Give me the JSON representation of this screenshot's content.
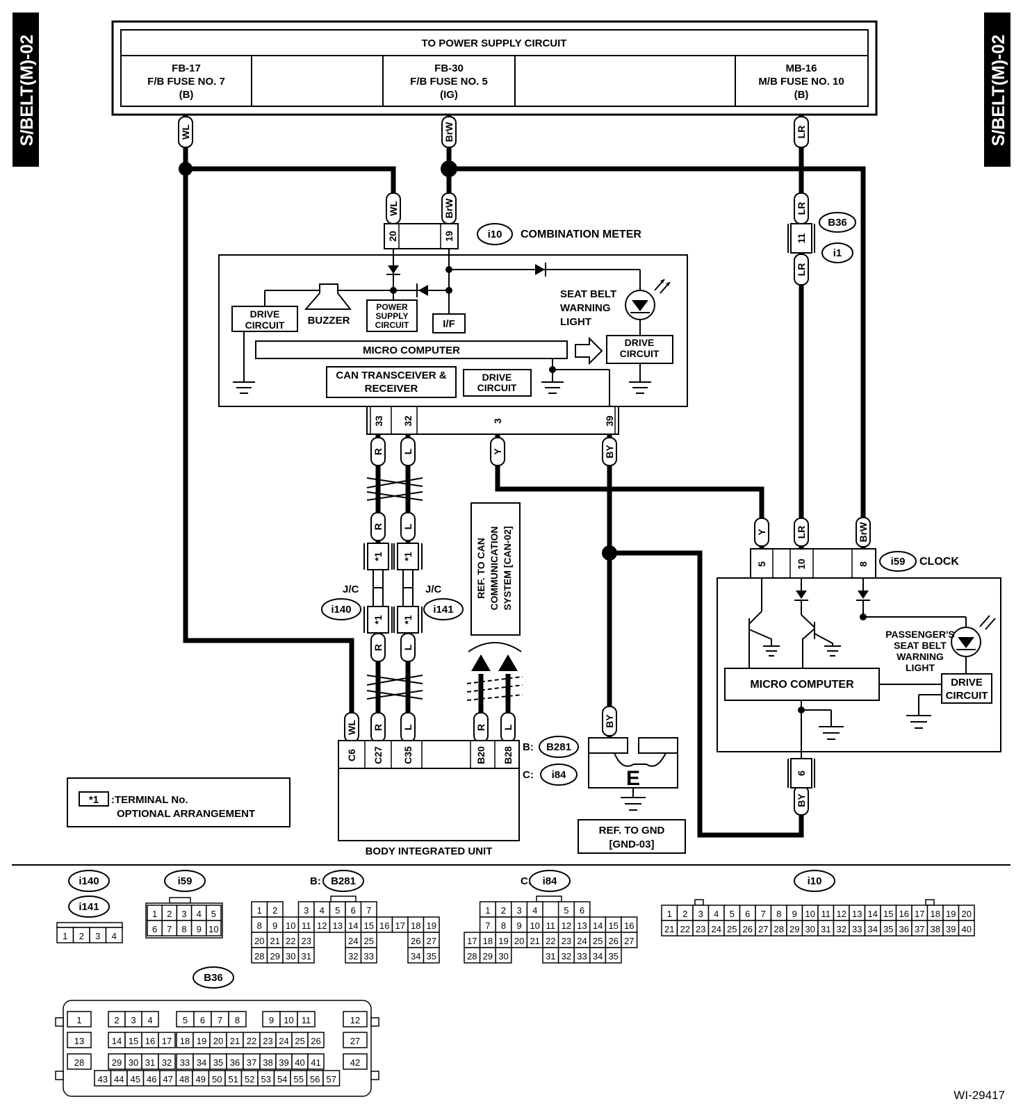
{
  "side_tabs": {
    "left": "S/BELT(M)-02",
    "right": "S/BELT(M)-02"
  },
  "power_supply": {
    "title": "TO POWER SUPPLY CIRCUIT",
    "fuses": [
      {
        "code": "FB-17",
        "name": "F/B FUSE NO. 7",
        "source": "(B)"
      },
      {
        "code": "FB-30",
        "name": "F/B FUSE NO. 5",
        "source": "(IG)"
      },
      {
        "code": "MB-16",
        "name": "M/B FUSE NO. 10",
        "source": "(B)"
      }
    ]
  },
  "wire_colors": {
    "wl": "WL",
    "brw": "BrW",
    "lr": "LR",
    "r": "R",
    "l": "L",
    "y": "Y",
    "by": "BY"
  },
  "combination_meter": {
    "connector": "i10",
    "title": "COMBINATION METER",
    "pins_top": [
      "20",
      "19"
    ],
    "pins_bottom": [
      "33",
      "32",
      "3",
      "39"
    ],
    "blocks": {
      "drive_circuit": "DRIVE CIRCUIT",
      "buzzer": "BUZZER",
      "power_supply_circuit": "POWER SUPPLY CIRCUIT",
      "interface": "I/F",
      "micro_computer": "MICRO COMPUTER",
      "can_transceiver": "CAN TRANSCEIVER & RECEIVER",
      "seat_belt_light": "SEAT BELT WARNING LIGHT"
    }
  },
  "inline_connector": {
    "upper": "B36",
    "lower": "i1",
    "pin": "11"
  },
  "joint_connectors": {
    "label": "J/C",
    "left": "i140",
    "right": "i141",
    "star_pin": "*1"
  },
  "can_reference": "REF. TO CAN COMMUNICATION SYSTEM [CAN-02]",
  "body_integrated_unit": {
    "title": "BODY INTEGRATED UNIT",
    "pins": [
      "C6",
      "C27",
      "C35",
      "B20",
      "B28"
    ],
    "connector_b": {
      "prefix": "B:",
      "name": "B281"
    },
    "connector_c": {
      "prefix": "C:",
      "name": "i84"
    }
  },
  "ground": {
    "label": "E",
    "reference": "REF. TO GND [GND-03]"
  },
  "clock": {
    "connector": "i59",
    "title": "CLOCK",
    "pins_top": [
      "5",
      "10",
      "8"
    ],
    "pin_bottom": "6",
    "blocks": {
      "micro_computer": "MICRO COMPUTER",
      "drive_circuit": "DRIVE CIRCUIT",
      "passenger_light": "PASSENGER'S SEAT BELT WARNING LIGHT"
    }
  },
  "legend": {
    "symbol": "*1",
    "text_line1": ":TERMINAL No.",
    "text_line2": "OPTIONAL ARRANGEMENT"
  },
  "connector_views": {
    "i140_i141": {
      "labels": [
        "i140",
        "i141"
      ],
      "rows": [
        [
          "1",
          "2",
          "3",
          "4"
        ]
      ]
    },
    "i59": {
      "label": "i59",
      "rows": [
        [
          "1",
          "2",
          "3",
          "4",
          "5"
        ],
        [
          "6",
          "7",
          "8",
          "9",
          "10"
        ]
      ]
    },
    "b281": {
      "prefix": "B:",
      "label": "B281",
      "rows": [
        [
          "1",
          "2",
          "",
          "3",
          "4",
          "5",
          "6",
          "7"
        ],
        [
          "8",
          "9",
          "10",
          "11",
          "12",
          "13",
          "14",
          "15",
          "16",
          "17",
          "18",
          "19"
        ],
        [
          "20",
          "21",
          "22",
          "23",
          "",
          "",
          "24",
          "25",
          "",
          "",
          "26",
          "27"
        ],
        [
          "28",
          "29",
          "30",
          "31",
          "",
          "",
          "32",
          "33",
          "",
          "",
          "34",
          "35"
        ]
      ]
    },
    "i84": {
      "prefix": "C:",
      "label": "i84",
      "rows": [
        [
          "1",
          "2",
          "3",
          "4",
          "",
          "5",
          "6"
        ],
        [
          "7",
          "8",
          "9",
          "10",
          "11",
          "12",
          "13",
          "14",
          "15",
          "16"
        ],
        [
          "17",
          "18",
          "19",
          "20",
          "21",
          "22",
          "23",
          "24",
          "25",
          "26",
          "27"
        ],
        [
          "28",
          "29",
          "30",
          "",
          "",
          "31",
          "32",
          "33",
          "34",
          "35"
        ]
      ]
    },
    "i10": {
      "label": "i10",
      "rows": [
        [
          "1",
          "2",
          "3",
          "4",
          "5",
          "6",
          "7",
          "8",
          "9",
          "10",
          "11",
          "12",
          "13",
          "14",
          "15",
          "16",
          "17",
          "18",
          "19",
          "20"
        ],
        [
          "21",
          "22",
          "23",
          "24",
          "25",
          "26",
          "27",
          "28",
          "29",
          "30",
          "31",
          "32",
          "33",
          "34",
          "35",
          "36",
          "37",
          "38",
          "39",
          "40"
        ]
      ]
    },
    "b36": {
      "label": "B36",
      "rows": [
        [
          "1",
          "2",
          "3",
          "4",
          "5",
          "6",
          "7",
          "8",
          "9",
          "10",
          "11",
          "12"
        ],
        [
          "13",
          "14",
          "15",
          "16",
          "17",
          "18",
          "19",
          "20",
          "21",
          "22",
          "23",
          "24",
          "25",
          "26",
          "27"
        ],
        [
          "28",
          "29",
          "30",
          "31",
          "32",
          "33",
          "34",
          "35",
          "36",
          "37",
          "38",
          "39",
          "40",
          "41",
          "42"
        ],
        [
          "43",
          "44",
          "45",
          "46",
          "47",
          "48",
          "49",
          "50",
          "51",
          "52",
          "53",
          "54",
          "55",
          "56",
          "57"
        ]
      ]
    }
  },
  "figure_id": "WI-29417"
}
